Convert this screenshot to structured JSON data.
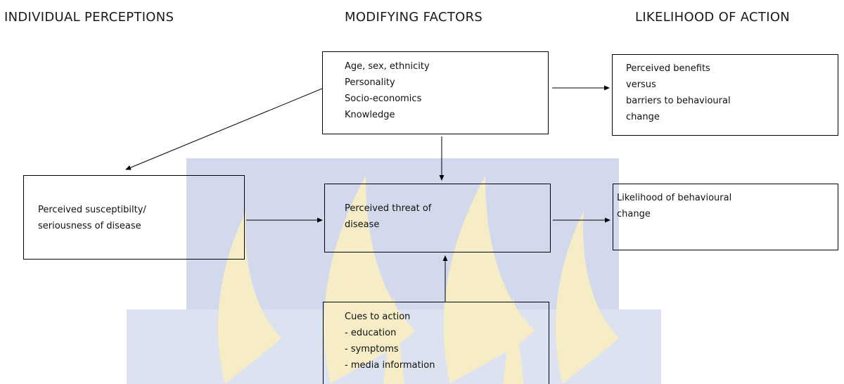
{
  "headers": {
    "individual": "INDIVIDUAL PERCEPTIONS",
    "modifying": "MODIFYING FACTORS",
    "likelihood": "LIKELIHOOD OF ACTION"
  },
  "modifying_box": [
    "Age, sex, ethnicity",
    "Personality",
    "Socio-economics",
    "Knowledge"
  ],
  "benefits_box": [
    "Perceived benefits",
    "versus",
    "barriers to behavioural",
    "change"
  ],
  "susceptibility_box": [
    "Perceived susceptibilty/",
    "seriousness of disease"
  ],
  "threat_box": [
    "Perceived threat of",
    "disease"
  ],
  "likelihood_box": [
    "Likelihood of behavioural",
    "change"
  ],
  "cues_box": [
    "Cues to action",
    "- education",
    "- symptoms",
    "- media information"
  ],
  "colors": {
    "watermark_blue": "#c9d1e8",
    "watermark_gold": "#f3e6b6"
  }
}
